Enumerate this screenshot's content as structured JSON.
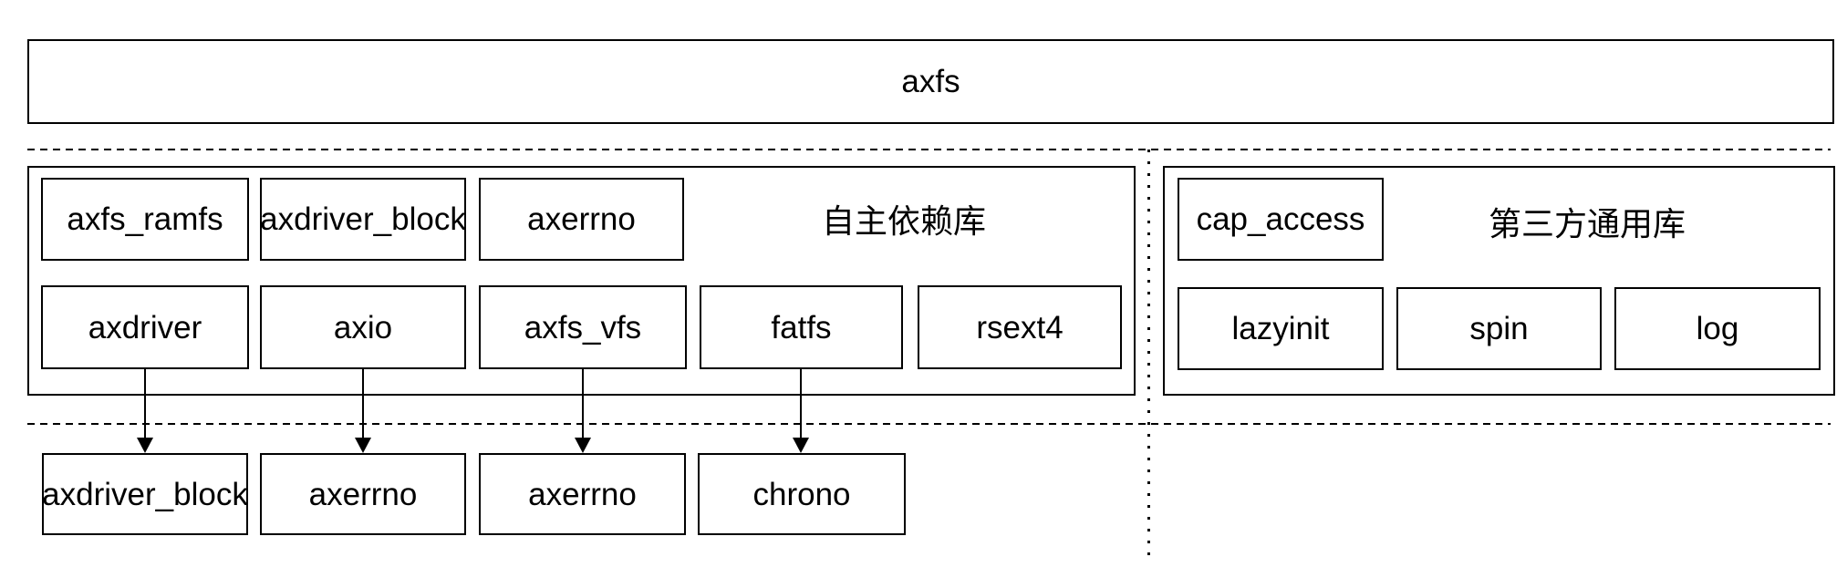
{
  "diagram": {
    "title_node": {
      "label": "axfs"
    },
    "left_group": {
      "label": "自主依赖库",
      "row1": [
        "axfs_ramfs",
        "axdriver_block",
        "axerrno"
      ],
      "row2": [
        "axdriver",
        "axio",
        "axfs_vfs",
        "fatfs",
        "rsext4"
      ]
    },
    "right_group": {
      "label": "第三方通用库",
      "row1": [
        "cap_access"
      ],
      "row2": [
        "lazyinit",
        "spin",
        "log"
      ]
    },
    "external_nodes": [
      "axdriver_block",
      "axerrno",
      "axerrno",
      "chrono"
    ],
    "edges": [
      {
        "from": "axdriver",
        "to": "axdriver_block"
      },
      {
        "from": "axio",
        "to": "axerrno"
      },
      {
        "from": "axfs_vfs",
        "to": "axerrno"
      },
      {
        "from": "fatfs",
        "to": "chrono"
      }
    ],
    "colors": {
      "border": "#000000",
      "background": "#ffffff",
      "text": "#000000"
    }
  }
}
